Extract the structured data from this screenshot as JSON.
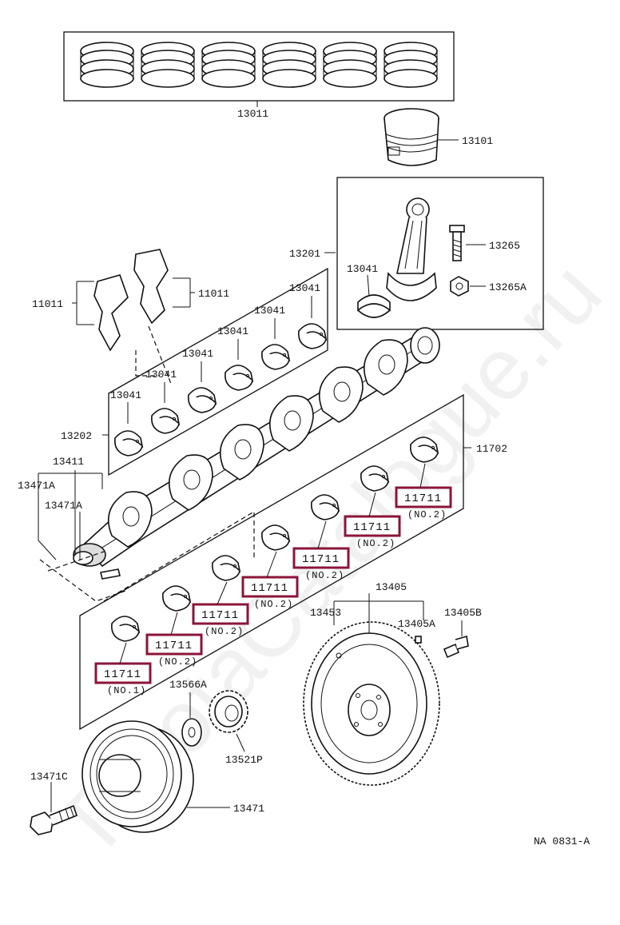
{
  "diagram": {
    "ref_code": "NA 0831-A",
    "watermark": "ToyotaCatalogue.ru",
    "labels": {
      "p13011": "13011",
      "p13101": "13101",
      "p13201": "13201",
      "p13265": "13265",
      "p13265a": "13265A",
      "p13041_conrod": "13041",
      "p11011_left": "11011",
      "p11011_right": "11011",
      "p13041_a": "13041",
      "p13041_b": "13041",
      "p13041_c": "13041",
      "p13041_d": "13041",
      "p13041_e": "13041",
      "p13041_f": "13041",
      "p13202": "13202",
      "p11702": "11702",
      "p13411": "13411",
      "p13471a_1": "13471A",
      "p13471a_2": "13471A",
      "p13405": "13405",
      "p13453": "13453",
      "p13405a": "13405A",
      "p13405b": "13405B",
      "p13566a": "13566A",
      "p13521p": "13521P",
      "p13471c": "13471C",
      "p13471": "13471"
    },
    "highlighted_parts": [
      {
        "code": "11711",
        "note": "(NO.2)"
      },
      {
        "code": "11711",
        "note": "(NO.2)"
      },
      {
        "code": "11711",
        "note": "(NO.2)"
      },
      {
        "code": "11711",
        "note": "(NO.2)"
      },
      {
        "code": "11711",
        "note": "(NO.2)"
      },
      {
        "code": "11711",
        "note": "(NO.2)"
      },
      {
        "code": "11711",
        "note": "(NO.1)"
      }
    ],
    "highlight_color": "#8b1538"
  }
}
